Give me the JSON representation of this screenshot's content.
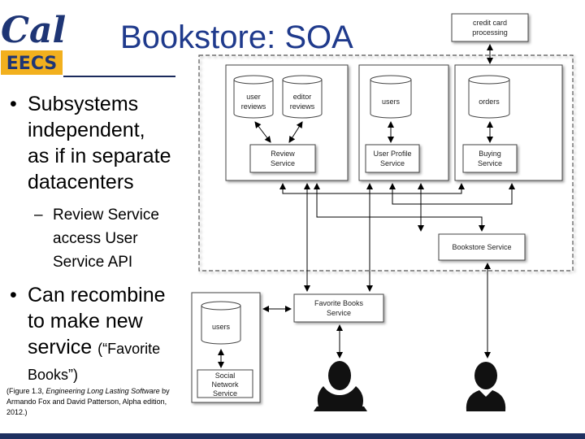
{
  "logo": {
    "text_top": "Cal",
    "text_bottom": "EECS"
  },
  "title": "Bookstore: SOA",
  "bullets": [
    {
      "lines": [
        "Subsystems",
        "independent,",
        "as if in separate",
        "datacenters"
      ],
      "sub": [
        "Review Service",
        "access User",
        "Service API"
      ]
    },
    {
      "lines": [
        "Can recombine",
        "to make new",
        "service"
      ],
      "paren_a": "(“Favorite",
      "paren_b": "Books”)"
    }
  ],
  "citation": {
    "prefix": "(Figure 1.3, ",
    "book": "Engineering Long Lasting Software",
    "suffix": " by Armando Fox and David Patterson, Alpha edition, 2012.)"
  },
  "diagram": {
    "credit_card": [
      "credit card",
      "processing"
    ],
    "db_user_reviews": [
      "user",
      "reviews"
    ],
    "db_editor_reviews": [
      "editor",
      "reviews"
    ],
    "db_users": [
      "users"
    ],
    "db_orders": [
      "orders"
    ],
    "review_service": [
      "Review",
      "Service"
    ],
    "user_profile_service": [
      "User Profile",
      "Service"
    ],
    "buying_service": [
      "Buying",
      "Service"
    ],
    "bookstore_service": [
      "Bookstore Service"
    ],
    "favorite_books_service": [
      "Favorite Books",
      "Service"
    ],
    "db_users_social": [
      "users"
    ],
    "social_network_service": [
      "Social",
      "Network",
      "Service"
    ]
  },
  "colors": {
    "title": "#1f3a8c",
    "logo_navy": "#1e3575",
    "logo_gold": "#f2b01e",
    "bottom_bar": "#1e3060"
  }
}
